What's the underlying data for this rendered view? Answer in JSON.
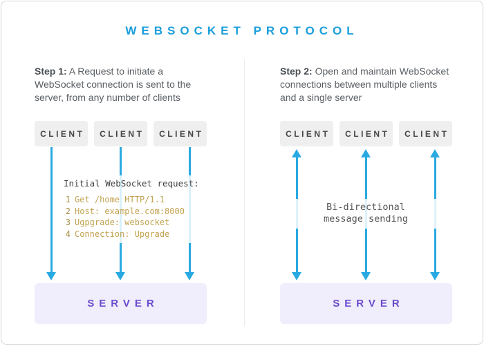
{
  "title": "WEBSOCKET PROTOCOL",
  "colors": {
    "title_blue": "#1b9edb",
    "arrow_blue": "#29a9e1",
    "server_purple": "#6a4bcd",
    "server_bg": "#f0edfc",
    "client_bg": "#efefef",
    "code_gold": "#c2a24f"
  },
  "left": {
    "step_label": "Step 1:",
    "step_text": "A Request to initiate a\nWebSocket connection is sent to the\nserver, from any number of clients",
    "clients": [
      "CLIENT",
      "CLIENT",
      "CLIENT"
    ],
    "code_heading": "Initial WebSocket request:",
    "code_lines": [
      {
        "num": "1",
        "text": "Get /home HTTP/1.1"
      },
      {
        "num": "2",
        "text": "Host: example.com:8000"
      },
      {
        "num": "3",
        "text": "Ugpgrade: websocket"
      },
      {
        "num": "4",
        "text": "Connection: Upgrade"
      }
    ],
    "server": "SERVER"
  },
  "right": {
    "step_label": "Step 2:",
    "step_text": "Open and maintain WebSocket\nconnections between multiple clients\nand a single server",
    "clients": [
      "CLIENT",
      "CLIENT",
      "CLIENT"
    ],
    "annotation": "Bi-directional\nmessage sending",
    "server": "SERVER"
  }
}
